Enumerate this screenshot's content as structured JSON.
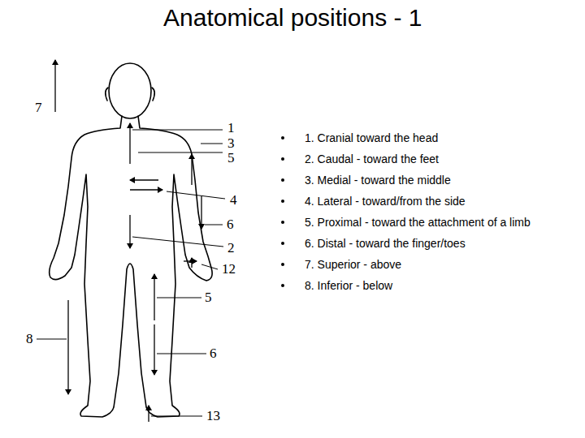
{
  "diagram": {
    "title": "Anatomical positions - 1",
    "labels": [
      "1. Cranial toward the head",
      "2. Caudal - toward the feet",
      "3. Medial - toward the middle",
      "4. Lateral - toward/from the side",
      "5. Proximal - toward the attachment of a limb",
      "6. Distal - toward the finger/toes",
      "7. Superior - above",
      "8. Inferior - below",
      "7",
      "1",
      "3",
      "5",
      "4",
      "6",
      "2",
      "12",
      "5",
      "6",
      "8",
      "13"
    ]
  }
}
